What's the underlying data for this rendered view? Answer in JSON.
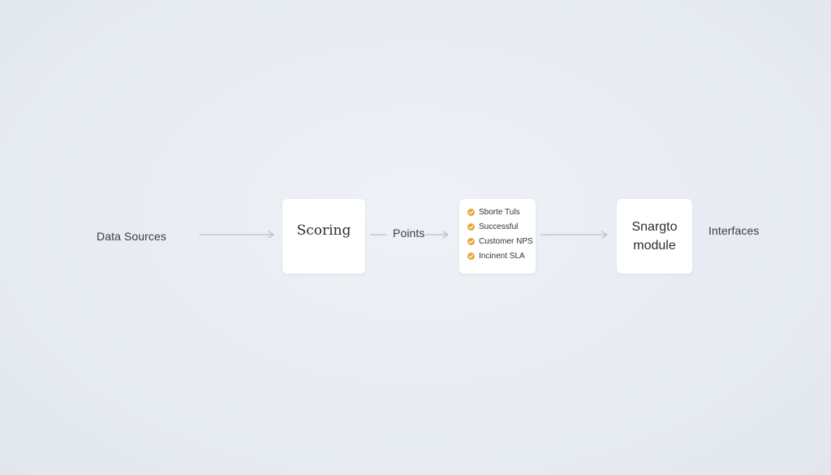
{
  "diagram": {
    "source_label": "Data Sources",
    "scoring_box_title": "Scoring",
    "points_label": "Points",
    "checklist": [
      {
        "label": "Sborte Tuls",
        "icon": "check-circle-icon"
      },
      {
        "label": "Successful",
        "icon": "check-circle-icon"
      },
      {
        "label": "Customer NPS",
        "icon": "check-circle-icon"
      },
      {
        "label": "Incinent SLA",
        "icon": "check-circle-icon"
      }
    ],
    "module_box_title": "Snargto\nmodule",
    "interfaces_label": "Interfaces"
  },
  "colors": {
    "background": "#e9edf3",
    "box": "#ffffff",
    "arrow": "#b8bec8",
    "check_accent": "#e8a63a"
  }
}
